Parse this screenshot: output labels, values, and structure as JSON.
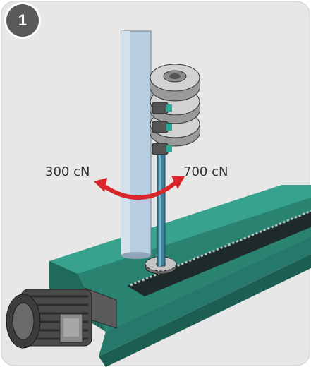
{
  "badge": {
    "number": "1"
  },
  "forces": {
    "left": "300 cN",
    "right": "700 cN"
  },
  "colors": {
    "background": "#e7e7e7",
    "housing": "#2e8f7c",
    "housing_dark": "#206a5b",
    "tube": "#b7cde0",
    "arrow": "#d9262b",
    "motor": "#4a4a4a"
  },
  "icons": {
    "rotation": "double-arrow-icon"
  }
}
